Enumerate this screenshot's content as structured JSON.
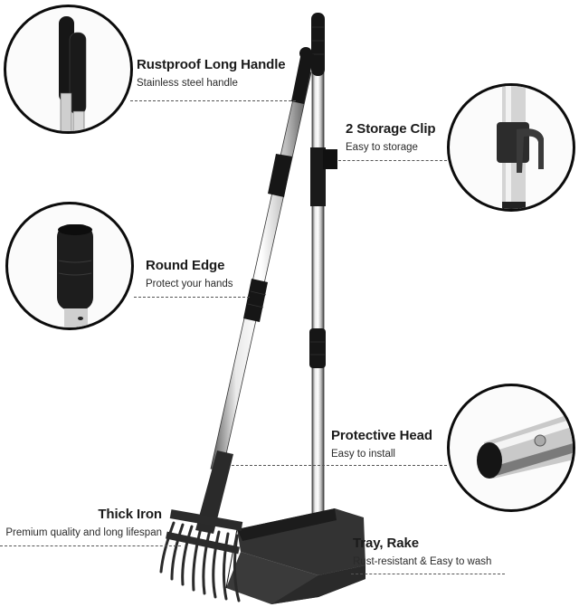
{
  "product": {
    "name": "Pooper scooper tray and rake set",
    "colors": {
      "handle_grip": "#1a1a1a",
      "steel": "#c8c8c8",
      "tray": "#2b2b2b",
      "outline": "#0c0c0c"
    }
  },
  "callouts": [
    {
      "title": "Rustproof Long Handle",
      "subtitle": "Stainless steel handle"
    },
    {
      "title": "2 Storage Clip",
      "subtitle": "Easy to storage"
    },
    {
      "title": "Round Edge",
      "subtitle": "Protect your hands"
    },
    {
      "title": "Protective Head",
      "subtitle": "Easy to install"
    },
    {
      "title": "Thick Iron",
      "subtitle": "Premium quality and long lifespan"
    },
    {
      "title": "Tray, Rake",
      "subtitle": "Rust-resistant & Easy to wash"
    }
  ],
  "detail_circles": [
    {
      "icon": "handle-grips-detail-icon"
    },
    {
      "icon": "storage-clip-detail-icon"
    },
    {
      "icon": "round-edge-grip-detail-icon"
    },
    {
      "icon": "protective-head-detail-icon"
    }
  ]
}
